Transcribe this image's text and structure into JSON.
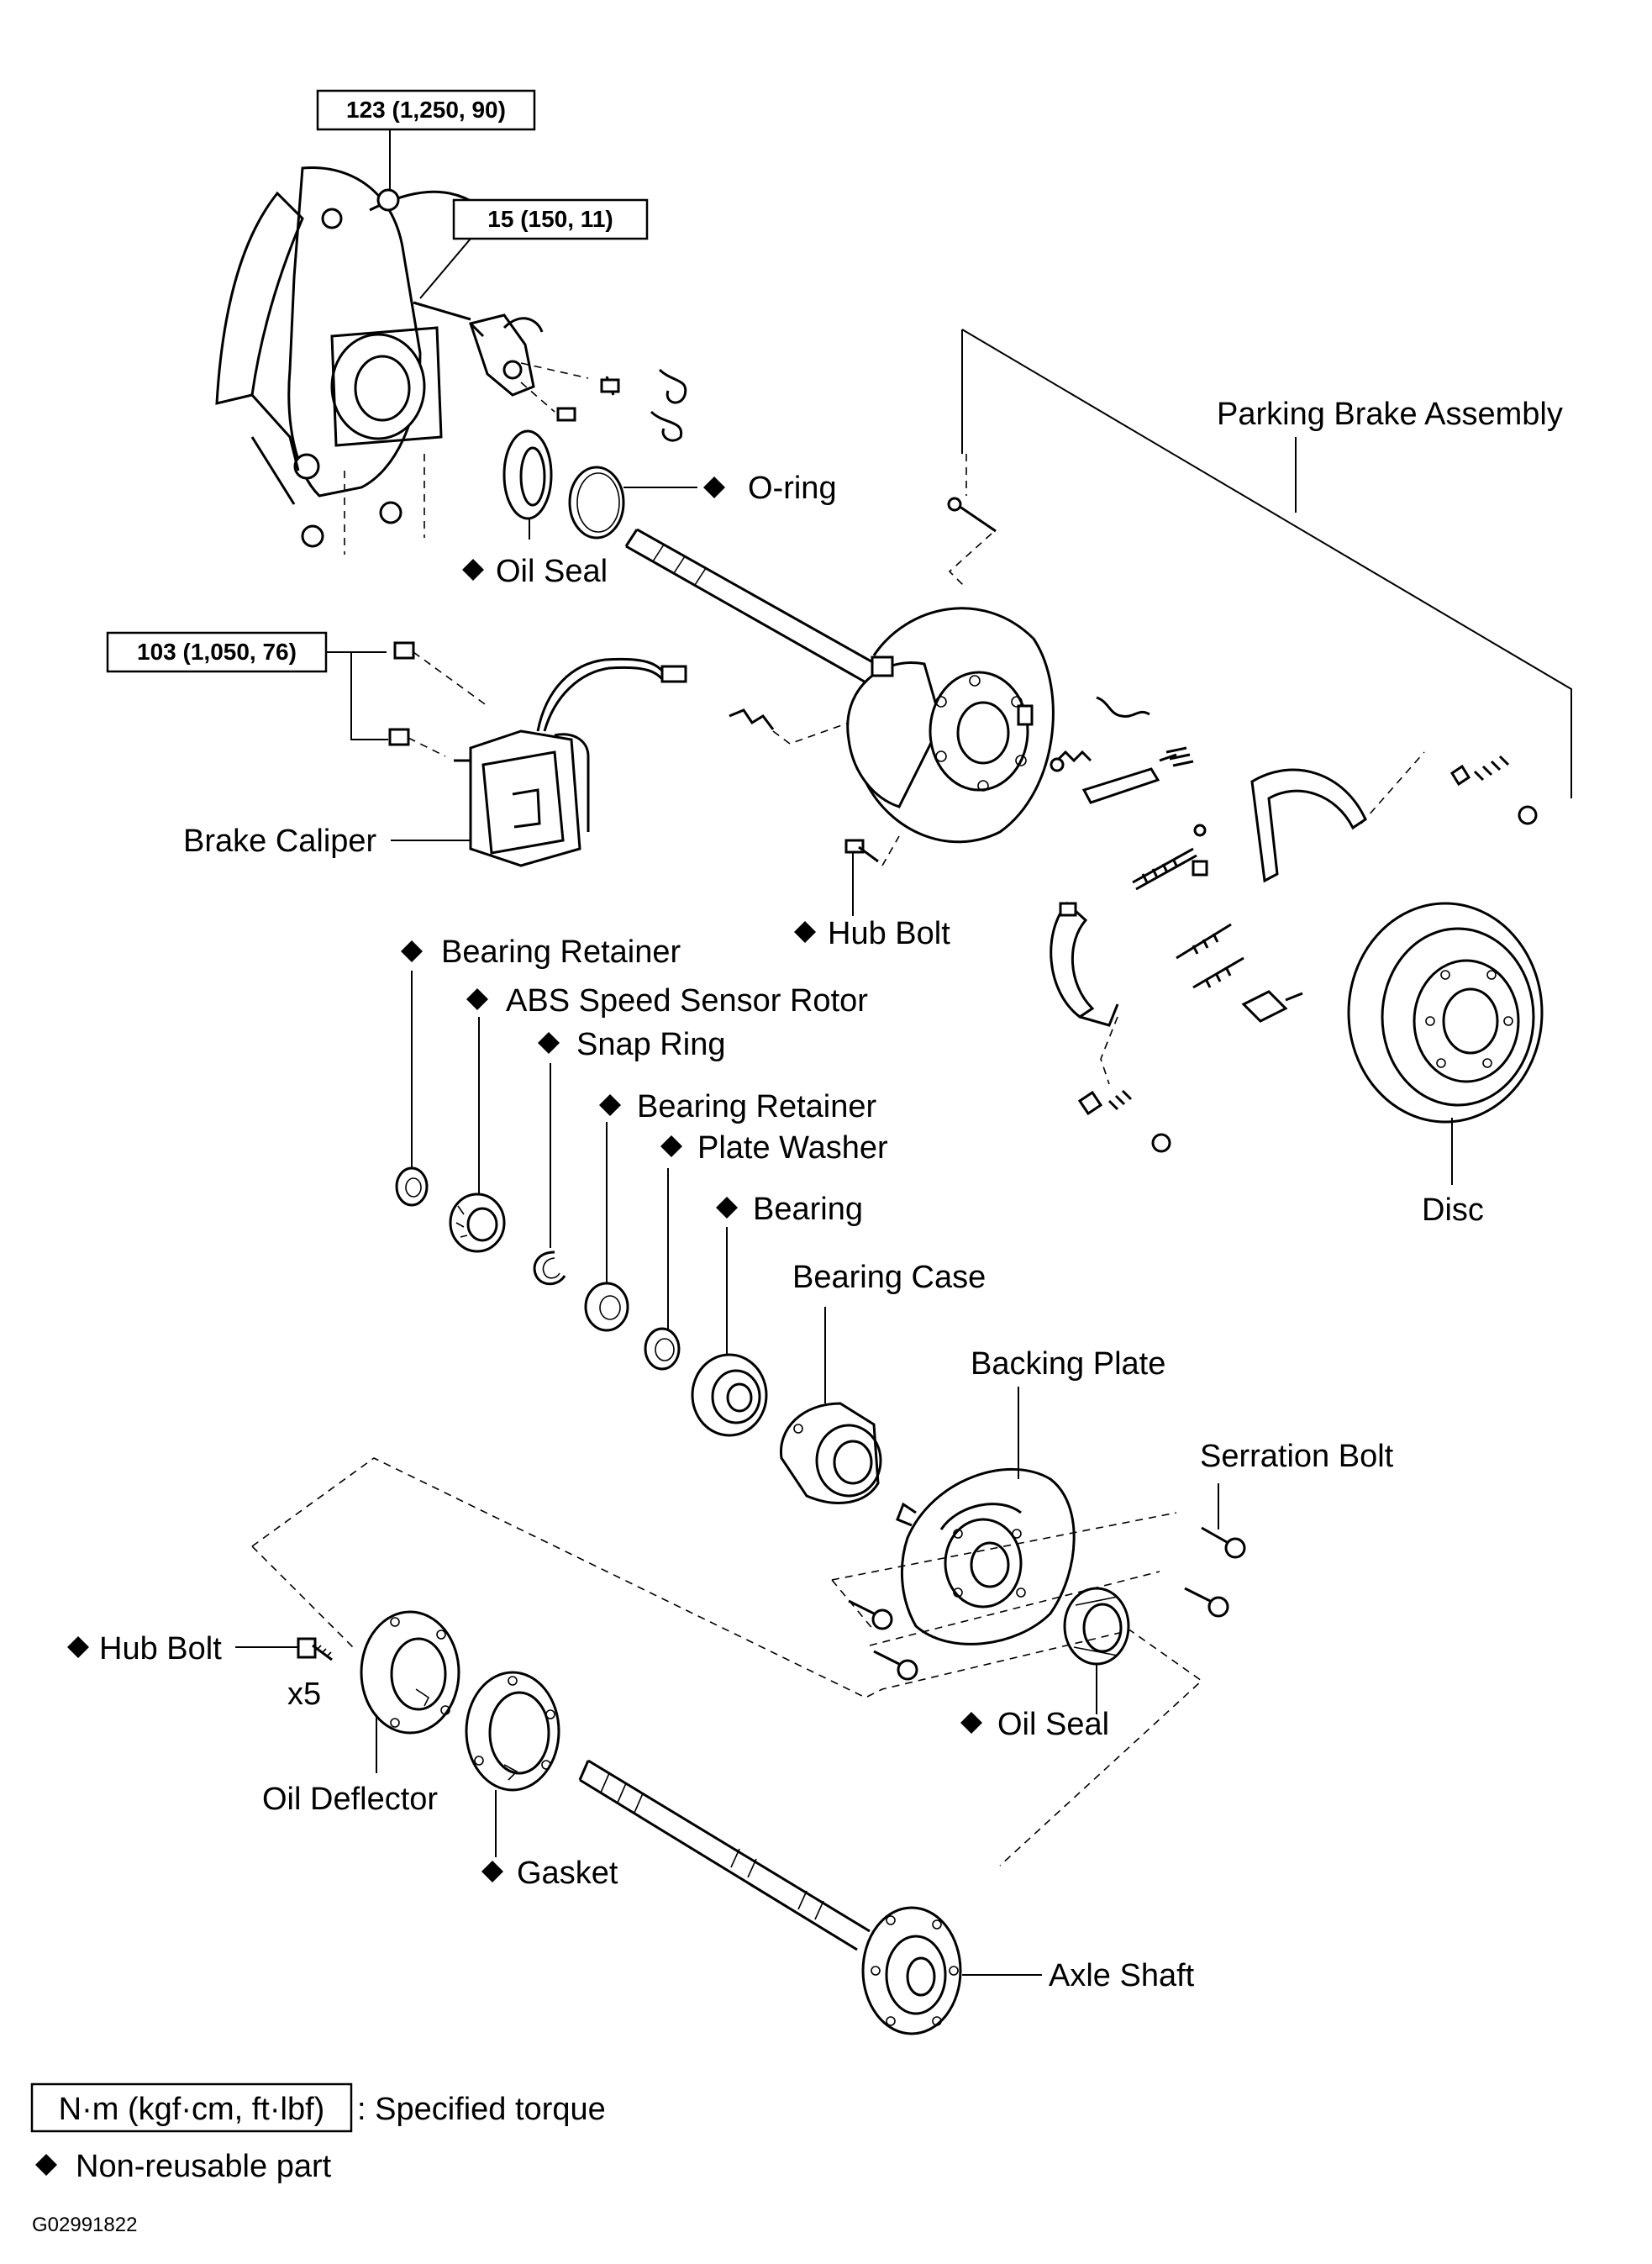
{
  "torque_specs": {
    "t1": "123 (1,250, 90)",
    "t2": "15 (150, 11)",
    "t3": "103 (1,050, 76)"
  },
  "labels": {
    "o_ring": "O-ring",
    "oil_seal_top": "Oil Seal",
    "parking_brake_assembly": "Parking Brake Assembly",
    "brake_caliper": "Brake Caliper",
    "hub_bolt_top": "Hub Bolt",
    "bearing_retainer_1": "Bearing Retainer",
    "abs_rotor": "ABS Speed Sensor Rotor",
    "snap_ring": "Snap Ring",
    "bearing_retainer_2": "Bearing Retainer",
    "plate_washer": "Plate Washer",
    "bearing": "Bearing",
    "bearing_case": "Bearing Case",
    "backing_plate": "Backing Plate",
    "serration_bolt": "Serration Bolt",
    "disc": "Disc",
    "hub_bolt_left": "Hub Bolt",
    "hub_bolt_qty": "x5",
    "oil_seal_bottom": "Oil Seal",
    "oil_deflector": "Oil Deflector",
    "gasket": "Gasket",
    "axle_shaft": "Axle Shaft"
  },
  "legend": {
    "torque_unit": "N·m (kgf·cm, ft·lbf)",
    "torque_text": ": Specified torque",
    "nonreusable_text": "Non-reusable part"
  },
  "figure_code": "G02991822",
  "icons": {
    "non_reusable_mark": "diamond-icon"
  }
}
